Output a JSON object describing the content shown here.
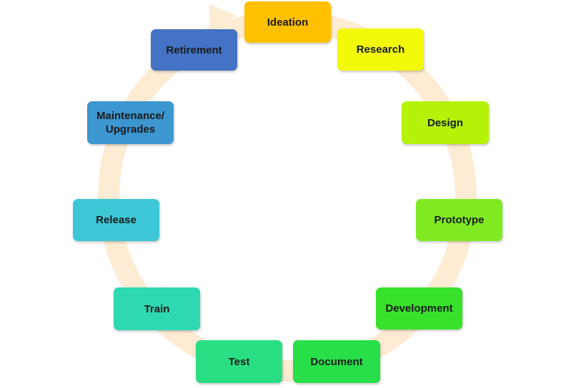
{
  "diagram": {
    "ring_color": "#fdebd3",
    "stages": [
      {
        "id": "ideation",
        "label": "Ideation",
        "color": "#ffc000"
      },
      {
        "id": "research",
        "label": "Research",
        "color": "#f2fa0a"
      },
      {
        "id": "design",
        "label": "Design",
        "color": "#b4f20a"
      },
      {
        "id": "prototype",
        "label": "Prototype",
        "color": "#7fea22"
      },
      {
        "id": "development",
        "label": "Development",
        "color": "#38e22b"
      },
      {
        "id": "document",
        "label": "Document",
        "color": "#28df4a"
      },
      {
        "id": "test",
        "label": "Test",
        "color": "#2adf83"
      },
      {
        "id": "train",
        "label": "Train",
        "color": "#2ed8b1"
      },
      {
        "id": "release",
        "label": "Release",
        "color": "#3dc6d6"
      },
      {
        "id": "maintenance",
        "label": "Maintenance/\nUpgrades",
        "color": "#3c96d0"
      },
      {
        "id": "retirement",
        "label": "Retirement",
        "color": "#4472c4"
      }
    ]
  }
}
